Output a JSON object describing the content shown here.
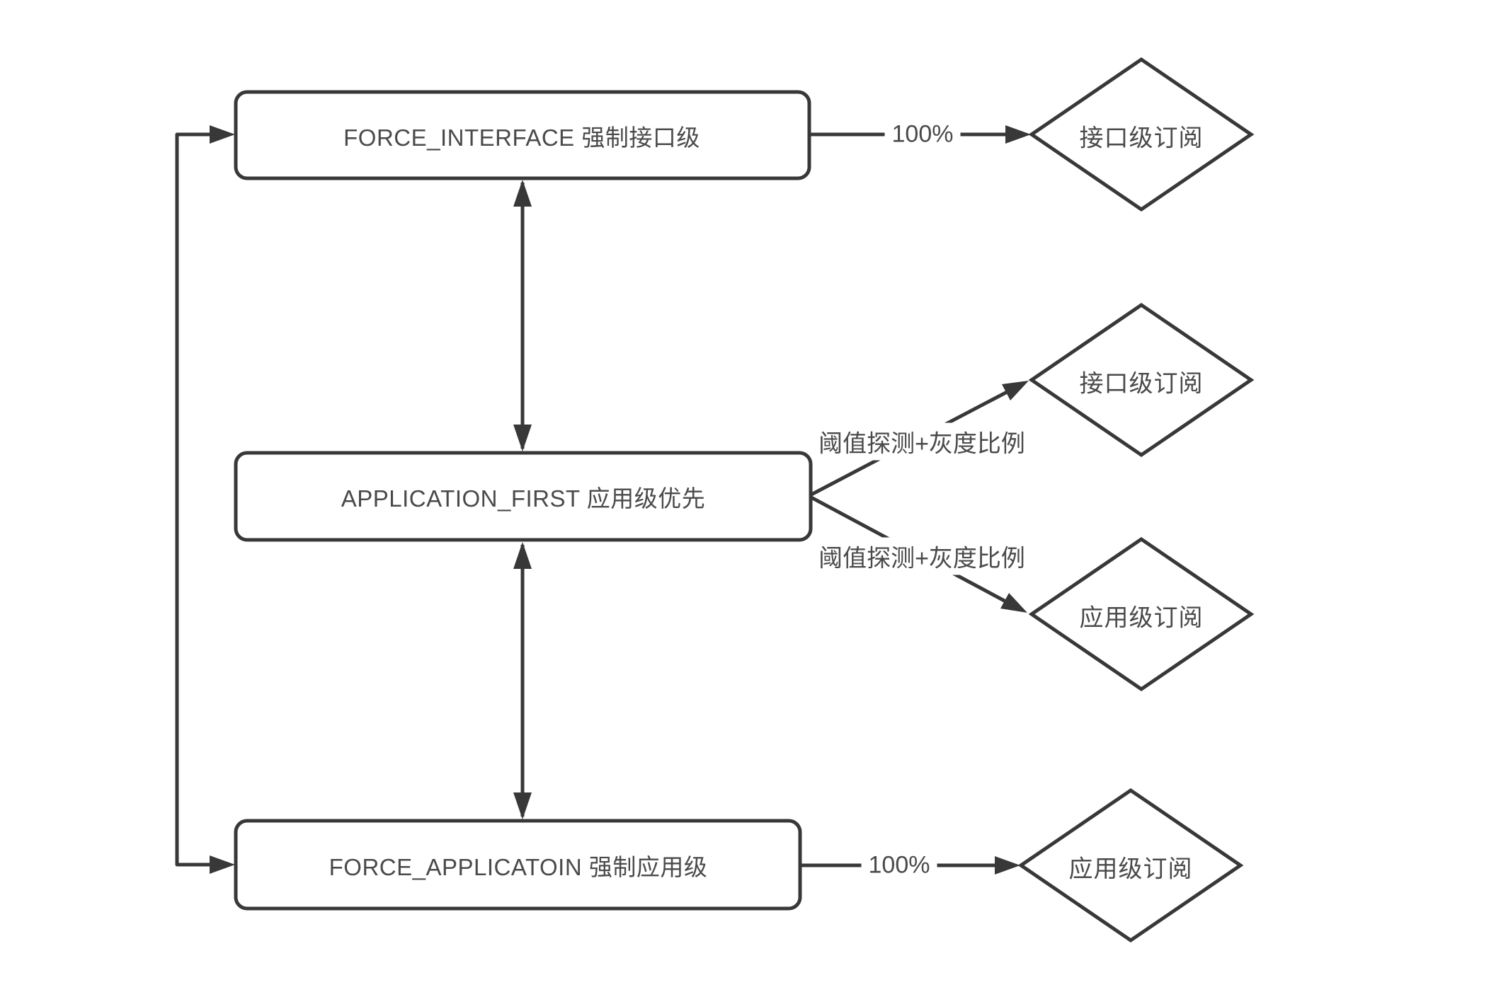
{
  "diagram": {
    "boxes": [
      {
        "id": "force-interface",
        "label": "FORCE_INTERFACE 强制接口级"
      },
      {
        "id": "application-first",
        "label": "APPLICATION_FIRST 应用级优先"
      },
      {
        "id": "force-application",
        "label": "FORCE_APPLICATOIN 强制应用级"
      }
    ],
    "diamonds": [
      {
        "id": "interface-subscription-top",
        "label": "接口级订阅"
      },
      {
        "id": "interface-subscription-mid",
        "label": "接口级订阅"
      },
      {
        "id": "application-subscription-mid",
        "label": "应用级订阅"
      },
      {
        "id": "application-subscription-bottom",
        "label": "应用级订阅"
      }
    ],
    "edges": {
      "force_interface_pct": "100%",
      "app_first_upper_label": "阈值探测+灰度比例",
      "app_first_lower_label": "阈值探测+灰度比例",
      "force_application_pct": "100%"
    },
    "colors": {
      "line": "#383838",
      "text": "#4a4a4a",
      "background": "#ffffff"
    }
  }
}
